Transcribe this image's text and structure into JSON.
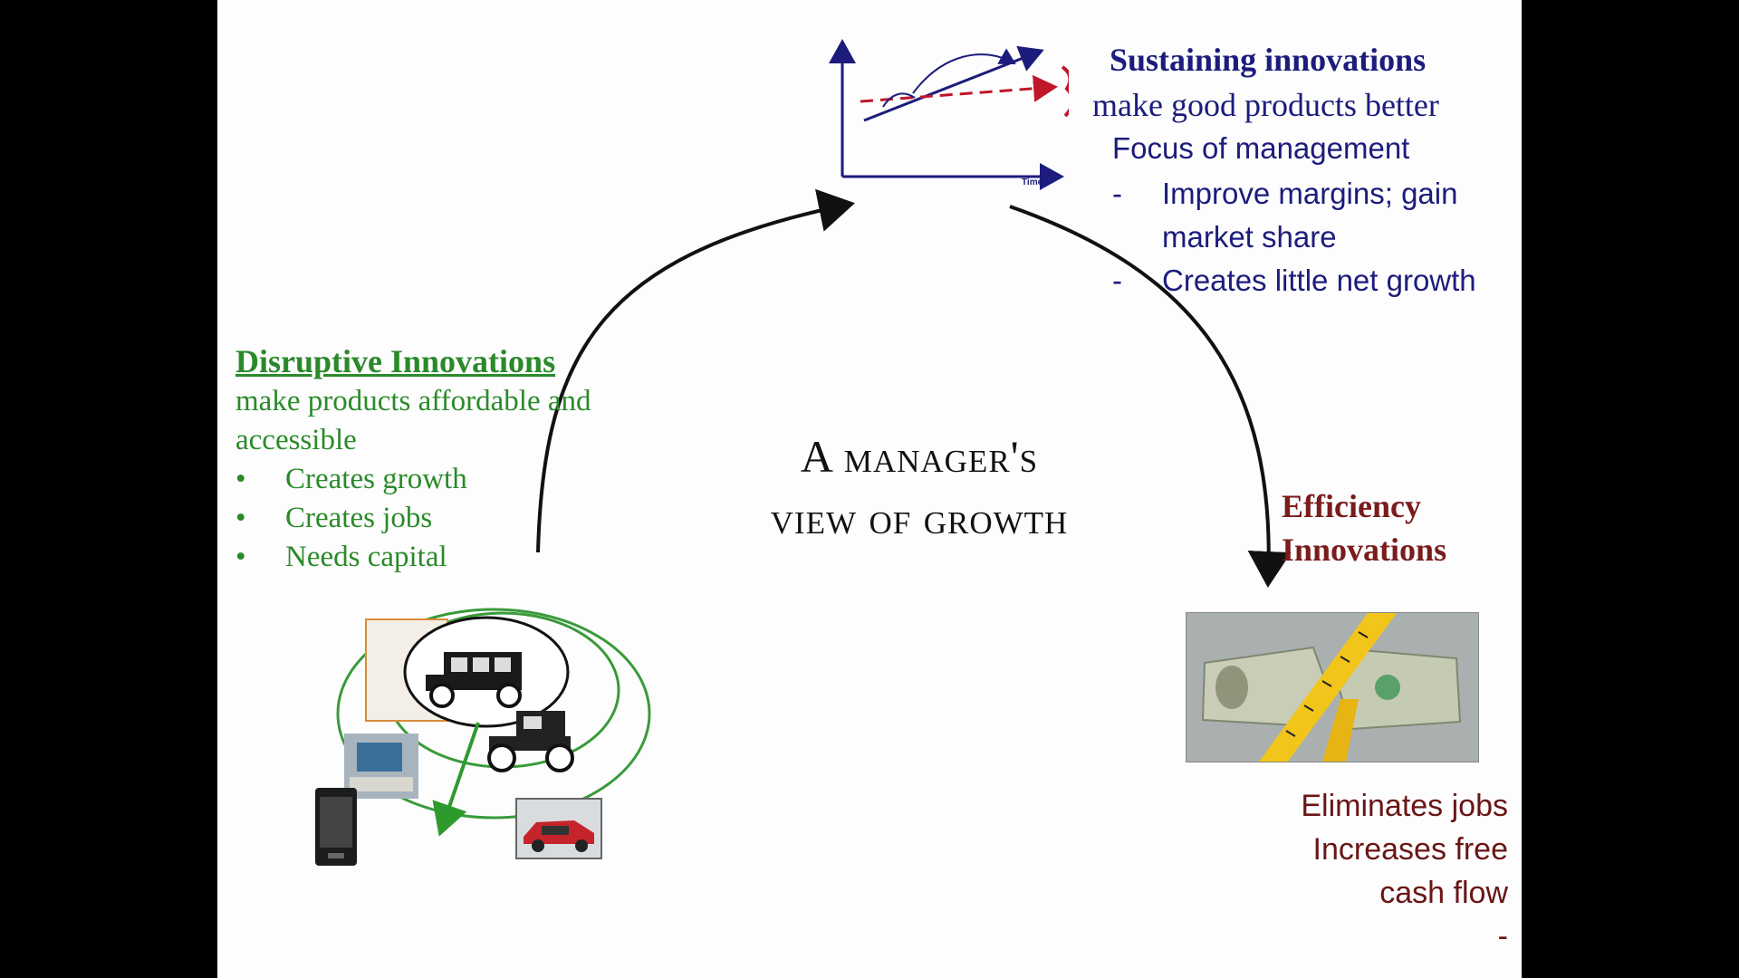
{
  "sustaining": {
    "title": "Sustaining innovations",
    "subtitle": "make good products better",
    "focus": "Focus of management",
    "items": [
      "Improve margins; gain market share",
      "Creates little net growth"
    ],
    "item_marker": "-"
  },
  "chart": {
    "x_axis_label": "Time"
  },
  "disruptive": {
    "title": "Disruptive Innovations",
    "subtitle": "make products affordable and accessible",
    "items": [
      "Creates growth",
      "Creates jobs",
      "Needs capital"
    ],
    "item_marker": "•"
  },
  "center": {
    "line1": "A manager's",
    "line2": "view of growth"
  },
  "efficiency": {
    "title": "Efficiency Innovations",
    "items": [
      "Eliminates jobs",
      "Increases free",
      "cash flow",
      "-"
    ]
  },
  "colors": {
    "sustaining": "#1c1c7c",
    "disruptive": "#2a8a2a",
    "efficiency": "#7a1c1c",
    "dashed_line": "#c0162a"
  },
  "images": {
    "money": "dollar-bills-tied-with-measuring-tape",
    "vehicles": "evolution-of-cars-and-computers"
  }
}
